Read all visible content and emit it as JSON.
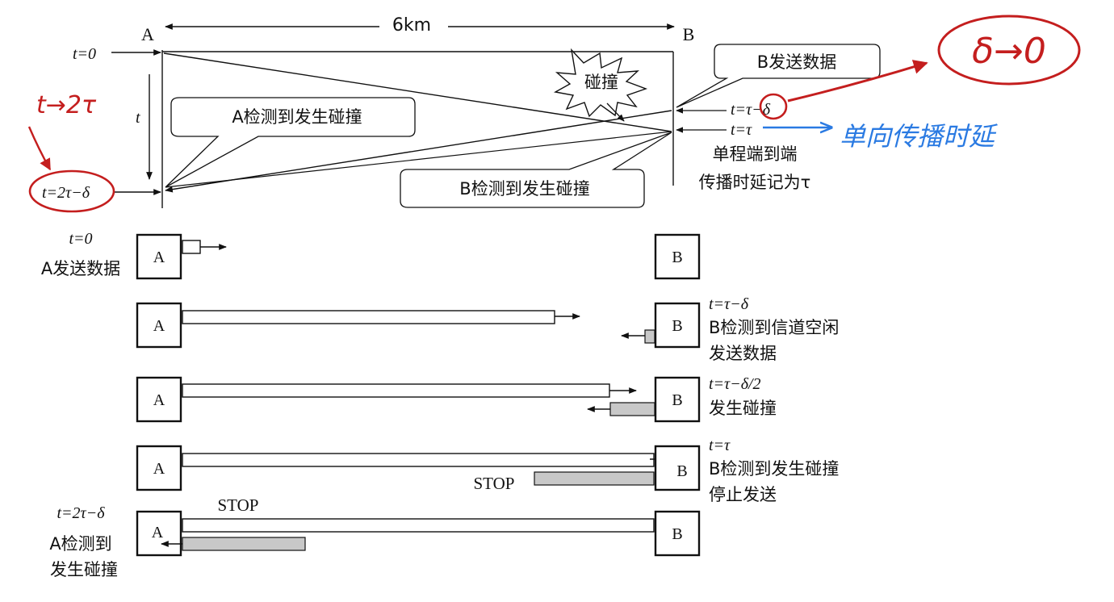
{
  "top": {
    "distance_label": "6km",
    "station_a": "A",
    "station_b": "B",
    "t0": "t=0",
    "t_axis": "t",
    "t_end": "t=2τ−δ",
    "t_b_start": "t=τ−δ",
    "t_b_tau": "t=τ",
    "note_line1": "单程端到端",
    "note_line2": "传播时延记为τ",
    "callout_b_send": "B发送数据",
    "callout_a_detect": "A检测到发生碰撞",
    "callout_b_detect": "B检测到发生碰撞",
    "collision_burst": "碰撞"
  },
  "annotations": {
    "delta_to_zero": "δ→0",
    "t_to_2tau": "t→2τ",
    "one_way_delay": "单向传播时延"
  },
  "steps": [
    {
      "left_label_1": "t=0",
      "left_label_2": "A发送数据",
      "box_a": "A",
      "box_b": "B"
    },
    {
      "right_label_1": "t=τ−δ",
      "right_label_2": "B检测到信道空闲",
      "right_label_3": "发送数据",
      "box_a": "A",
      "box_b": "B"
    },
    {
      "right_label_1": "t=τ−δ/2",
      "right_label_2": "发生碰撞",
      "box_a": "A",
      "box_b": "B"
    },
    {
      "right_label_1": "t=τ",
      "right_label_2": "B检测到发生碰撞",
      "right_label_3": "停止发送",
      "stop_label": "STOP",
      "box_a": "A",
      "box_b": "B"
    },
    {
      "left_label_1": "t=2τ−δ",
      "left_label_2": "A检测到",
      "left_label_3": "发生碰撞",
      "stop_label": "STOP",
      "box_a": "A",
      "box_b": "B"
    }
  ],
  "colors": {
    "ink": "#111111",
    "frame_grey": "#c8c8c8",
    "red_annotation": "#c41e1e",
    "blue_annotation": "#2a7ae2"
  }
}
